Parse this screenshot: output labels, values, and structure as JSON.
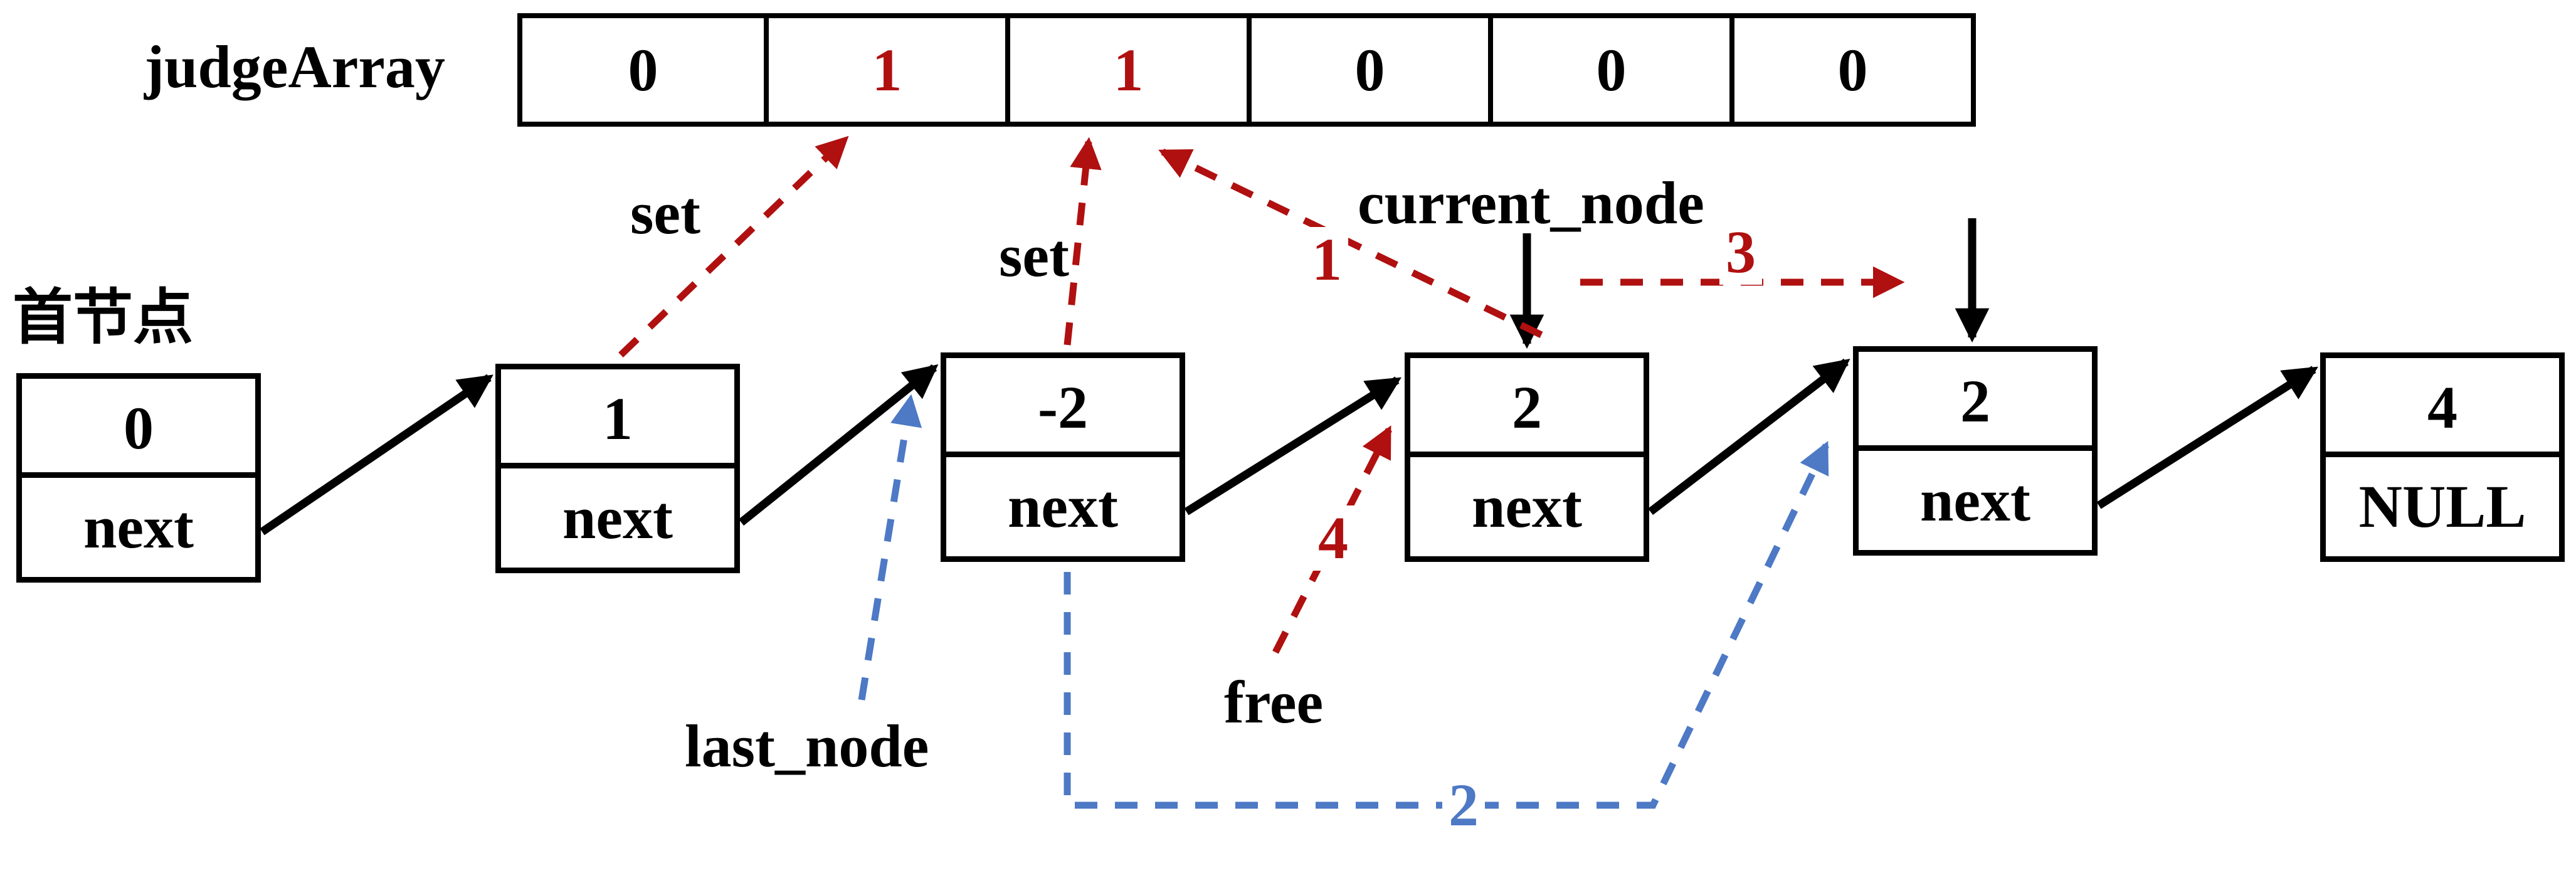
{
  "colors": {
    "red": "#b01010",
    "blue": "#4d79c5"
  },
  "judge_array": {
    "label": "judgeArray",
    "cells": [
      {
        "value": "0",
        "highlighted": false
      },
      {
        "value": "1",
        "highlighted": true
      },
      {
        "value": "1",
        "highlighted": true
      },
      {
        "value": "0",
        "highlighted": false
      },
      {
        "value": "0",
        "highlighted": false
      },
      {
        "value": "0",
        "highlighted": false
      }
    ]
  },
  "linked_list": {
    "head_label": "首节点",
    "nodes": [
      {
        "value": "0",
        "pointer": "next"
      },
      {
        "value": "1",
        "pointer": "next"
      },
      {
        "value": "-2",
        "pointer": "next"
      },
      {
        "value": "2",
        "pointer": "next"
      },
      {
        "value": "2",
        "pointer": "next"
      },
      {
        "value": "4",
        "pointer": "NULL"
      }
    ]
  },
  "annotations": {
    "set_1": "set",
    "set_2": "set",
    "current_node": "current_node",
    "last_node": "last_node",
    "free": "free",
    "step_1": "1",
    "step_2": "2",
    "step_3": "3",
    "step_4": "4"
  }
}
